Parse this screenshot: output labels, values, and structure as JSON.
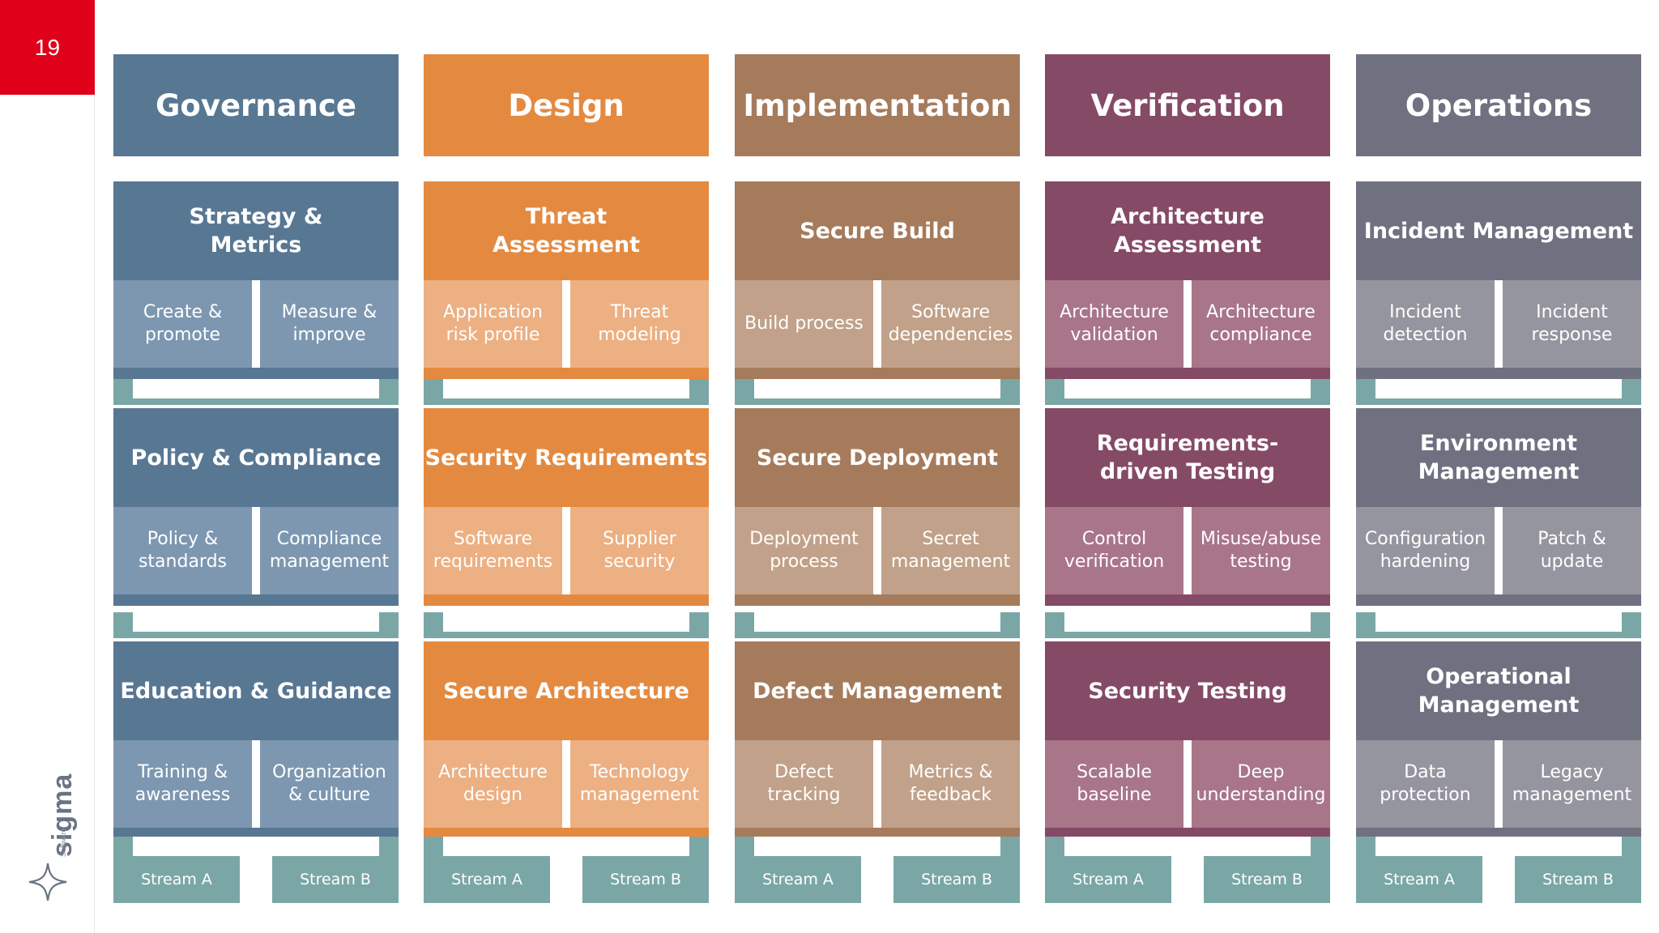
{
  "slide_number": "19",
  "logo": {
    "word": "sigma",
    "sub": "Software"
  },
  "colors": {
    "stream_bar": "#7aa7a6",
    "slide_number_bg": "#e1001a"
  },
  "functions": [
    {
      "name": "Governance",
      "colors": {
        "header": "#587793",
        "title": "#587793",
        "activity": "#7d97b0"
      },
      "practices": [
        {
          "title": "Strategy &\nMetrics",
          "activities": [
            "Create &\npromote",
            "Measure &\nimprove"
          ]
        },
        {
          "title": "Policy & Compliance",
          "activities": [
            "Policy  &\nstandards",
            "Compliance\nmanagement"
          ]
        },
        {
          "title": "Education & Guidance",
          "activities": [
            "Training &\nawareness",
            "Organization\n& culture"
          ]
        }
      ],
      "streams": [
        "Stream A",
        "Stream B"
      ]
    },
    {
      "name": "Design",
      "colors": {
        "header": "#e48a40",
        "title": "#e48a40",
        "activity": "#ecb083"
      },
      "practices": [
        {
          "title": "Threat\nAssessment",
          "activities": [
            "Application\nrisk profile",
            "Threat\nmodeling"
          ]
        },
        {
          "title": "Security Requirements",
          "activities": [
            "Software\nrequirements",
            "Supplier\nsecurity"
          ]
        },
        {
          "title": "Secure Architecture",
          "activities": [
            "Architecture\ndesign",
            "Technology\nmanagement"
          ]
        }
      ],
      "streams": [
        "Stream A",
        "Stream B"
      ]
    },
    {
      "name": "Implementation",
      "colors": {
        "header": "#a57b5c",
        "title": "#a57b5c",
        "activity": "#c1a189"
      },
      "practices": [
        {
          "title": "Secure Build",
          "activities": [
            "Build process",
            "Software\ndependencies"
          ]
        },
        {
          "title": "Secure Deployment",
          "activities": [
            "Deployment\nprocess",
            "Secret\nmanagement"
          ]
        },
        {
          "title": "Defect Management",
          "activities": [
            "Defect\ntracking",
            "Metrics &\nfeedback"
          ]
        }
      ],
      "streams": [
        "Stream A",
        "Stream B"
      ]
    },
    {
      "name": "Verification",
      "colors": {
        "header": "#854a66",
        "title": "#854a66",
        "activity": "#a87589"
      },
      "practices": [
        {
          "title": "Architecture Assessment",
          "activities": [
            "Architecture\nvalidation",
            "Architecture\ncompliance"
          ]
        },
        {
          "title": "Requirements-\ndriven Testing",
          "activities": [
            "Control\nverification",
            "Misuse/abuse\ntesting"
          ]
        },
        {
          "title": "Security Testing",
          "activities": [
            "Scalable\nbaseline",
            "Deep\nunderstanding"
          ]
        }
      ],
      "streams": [
        "Stream A",
        "Stream B"
      ]
    },
    {
      "name": "Operations",
      "colors": {
        "header": "#707180",
        "title": "#707180",
        "activity": "#95959f"
      },
      "practices": [
        {
          "title": "Incident Management",
          "activities": [
            "Incident\ndetection",
            "Incident\nresponse"
          ]
        },
        {
          "title": "Environment\nManagement",
          "activities": [
            "Configuration\nhardening",
            "Patch &\nupdate"
          ]
        },
        {
          "title": "Operational\nManagement",
          "activities": [
            "Data\nprotection",
            "Legacy\nmanagement"
          ]
        }
      ],
      "streams": [
        "Stream A",
        "Stream B"
      ]
    }
  ]
}
